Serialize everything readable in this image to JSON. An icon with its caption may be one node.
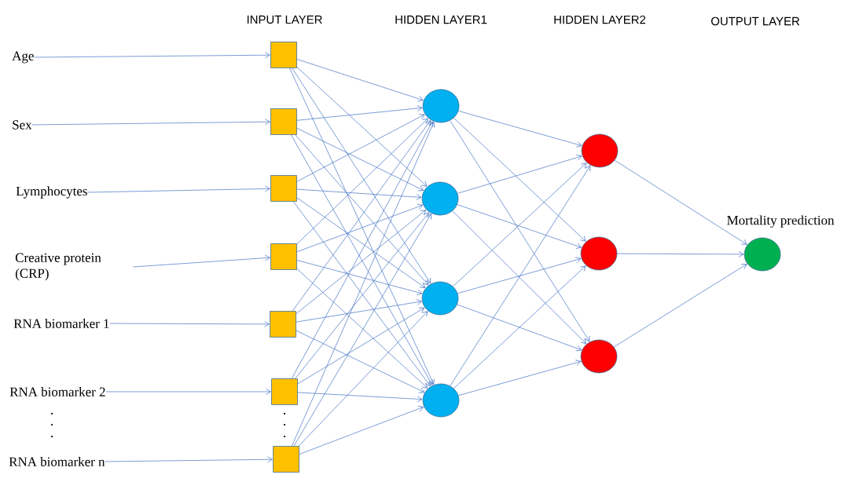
{
  "diagram": {
    "nodes": [
      {
        "text": [
          "Age"
        ]
      },
      {
        "text": [
          "Sex"
        ]
      },
      {
        "text": [
          "Lymphocytes"
        ]
      },
      {
        "text": [
          "Creative protein (CRP)"
        ]
      },
      {
        "text": [
          "RNA biomarker 1"
        ]
      },
      {
        "text": [
          "RNA biomarker 2"
        ]
      },
      {
        "text": [
          "RNA biomarker n"
        ]
      },
      {
        "text": [],
        "shape": "box"
      },
      {
        "text": [],
        "shape": "box"
      },
      {
        "text": [],
        "shape": "box"
      },
      {
        "text": [],
        "shape": "box"
      },
      {
        "text": [],
        "shape": "box"
      },
      {
        "text": [],
        "shape": "box"
      },
      {
        "text": [],
        "shape": "box"
      },
      {
        "text": [],
        "shape": "circle"
      },
      {
        "text": [],
        "shape": "circle"
      },
      {
        "text": [],
        "shape": "circle"
      },
      {
        "text": [],
        "shape": "circle"
      },
      {
        "text": [],
        "shape": "circle"
      },
      {
        "text": [],
        "shape": "circle"
      },
      {
        "text": [],
        "shape": "circle"
      },
      {
        "text": [],
        "shape": "circle",
        "beside": [
          "Mortality prediction"
        ]
      }
    ],
    "edges": [
      {
        "from": 0,
        "to": 7,
        "arrow": "to"
      },
      {
        "from": 1,
        "to": 8,
        "arrow": "to"
      },
      {
        "from": 2,
        "to": 9,
        "arrow": "to"
      },
      {
        "from": 3,
        "to": 10,
        "arrow": "to"
      },
      {
        "from": 4,
        "to": 11,
        "arrow": "to"
      },
      {
        "from": 5,
        "to": 12,
        "arrow": "to"
      },
      {
        "from": 6,
        "to": 13,
        "arrow": "to"
      },
      {
        "from": 7,
        "to": 14,
        "arrow": "to"
      },
      {
        "from": 7,
        "to": 15,
        "arrow": "to"
      },
      {
        "from": 7,
        "to": 16,
        "arrow": "to"
      },
      {
        "from": 7,
        "to": 17,
        "arrow": "to"
      },
      {
        "from": 8,
        "to": 14,
        "arrow": "to"
      },
      {
        "from": 8,
        "to": 15,
        "arrow": "to"
      },
      {
        "from": 8,
        "to": 16,
        "arrow": "to"
      },
      {
        "from": 8,
        "to": 17,
        "arrow": "to"
      },
      {
        "from": 9,
        "to": 14,
        "arrow": "to"
      },
      {
        "from": 9,
        "to": 15,
        "arrow": "to"
      },
      {
        "from": 9,
        "to": 16,
        "arrow": "to"
      },
      {
        "from": 9,
        "to": 17,
        "arrow": "to"
      },
      {
        "from": 10,
        "to": 14,
        "arrow": "to"
      },
      {
        "from": 10,
        "to": 15,
        "arrow": "to"
      },
      {
        "from": 10,
        "to": 16,
        "arrow": "to"
      },
      {
        "from": 10,
        "to": 17,
        "arrow": "to"
      },
      {
        "from": 11,
        "to": 14,
        "arrow": "to"
      },
      {
        "from": 11,
        "to": 15,
        "arrow": "to"
      },
      {
        "from": 11,
        "to": 16,
        "arrow": "to"
      },
      {
        "from": 11,
        "to": 17,
        "arrow": "to"
      },
      {
        "from": 12,
        "to": 14,
        "arrow": "to"
      },
      {
        "from": 12,
        "to": 15,
        "arrow": "to"
      },
      {
        "from": 12,
        "to": 16,
        "arrow": "to"
      },
      {
        "from": 12,
        "to": 17,
        "arrow": "to"
      },
      {
        "from": 13,
        "to": 14,
        "arrow": "to"
      },
      {
        "from": 13,
        "to": 15,
        "arrow": "to"
      },
      {
        "from": 13,
        "to": 16,
        "arrow": "to"
      },
      {
        "from": 13,
        "to": 17,
        "arrow": "to"
      },
      {
        "from": 14,
        "to": 18,
        "arrow": "to"
      },
      {
        "from": 14,
        "to": 19,
        "arrow": "to"
      },
      {
        "from": 14,
        "to": 20,
        "arrow": "to"
      },
      {
        "from": 15,
        "to": 18,
        "arrow": "to"
      },
      {
        "from": 15,
        "to": 19,
        "arrow": "to"
      },
      {
        "from": 15,
        "to": 20,
        "arrow": "to"
      },
      {
        "from": 16,
        "to": 18,
        "arrow": "to"
      },
      {
        "from": 16,
        "to": 19,
        "arrow": "to"
      },
      {
        "from": 16,
        "to": 20,
        "arrow": "to"
      },
      {
        "from": 17,
        "to": 18,
        "arrow": "to"
      },
      {
        "from": 17,
        "to": 19,
        "arrow": "to"
      },
      {
        "from": 17,
        "to": 20,
        "arrow": "to"
      },
      {
        "from": 18,
        "to": 21,
        "arrow": "to"
      },
      {
        "from": 19,
        "to": 21,
        "arrow": "to"
      },
      {
        "from": 20,
        "to": 21,
        "arrow": "to"
      }
    ],
    "labels": [
      "INPUT LAYER",
      "HIDDEN LAYER1",
      "HIDDEN LAYER2",
      "OUTPUT LAYER"
    ]
  }
}
